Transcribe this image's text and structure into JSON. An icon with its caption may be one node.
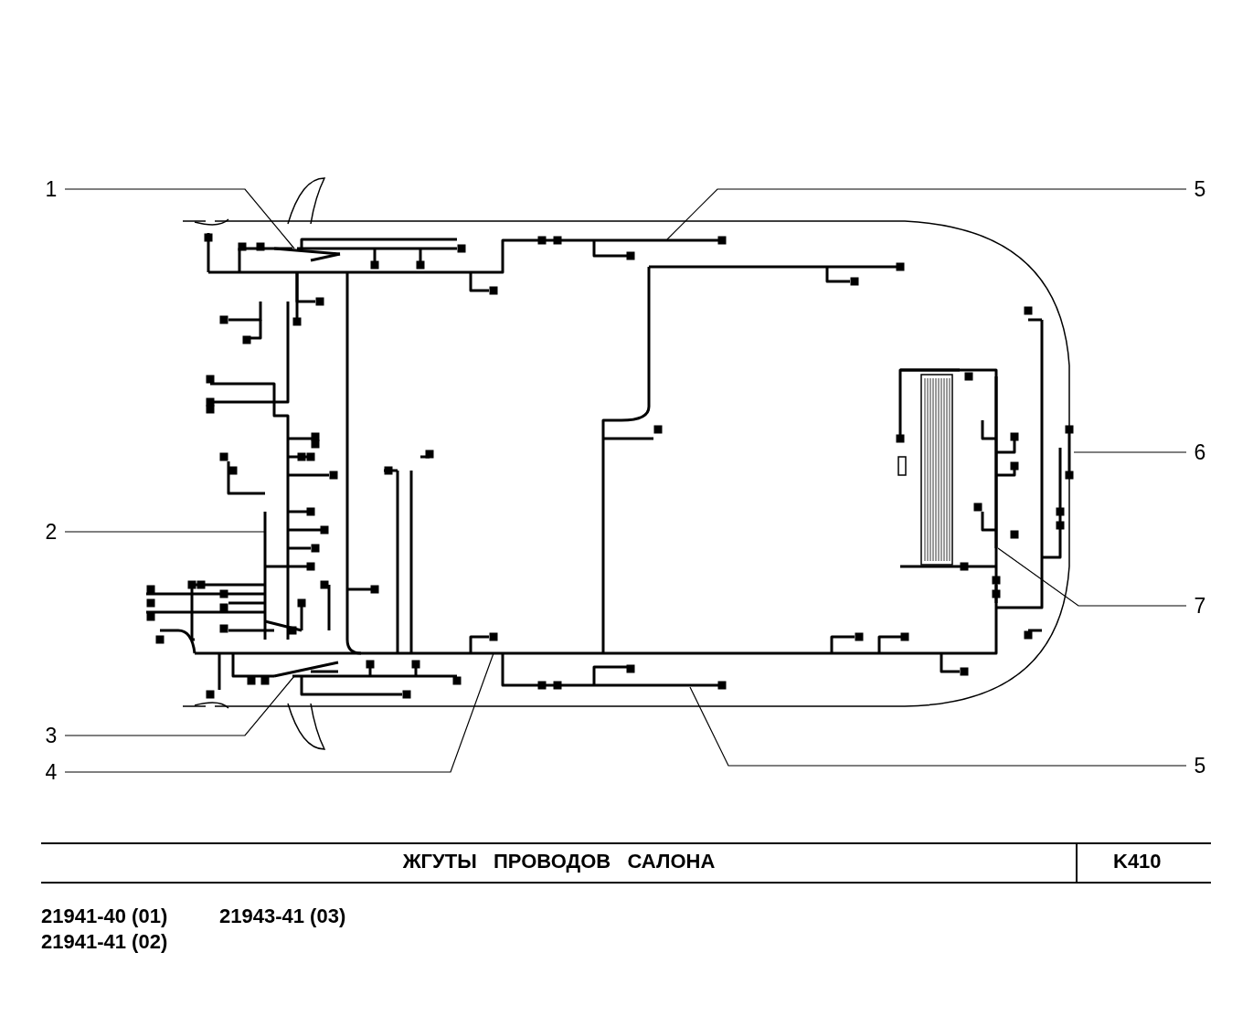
{
  "diagram": {
    "title": "ЖГУТЫ   ПРОВОДОВ   САЛОНА",
    "nodes": [
      {
        "text": [
          "1"
        ]
      },
      {
        "text": [
          "2"
        ]
      },
      {
        "text": [
          "3"
        ]
      },
      {
        "text": [
          "4"
        ]
      },
      {
        "text": [
          "5"
        ]
      },
      {
        "text": [
          "6"
        ]
      },
      {
        "text": [
          "7"
        ]
      },
      {
        "text": [
          "5"
        ]
      }
    ],
    "edges": [
      {
        "from": 0,
        "to": null,
        "arrow": "none"
      },
      {
        "from": 1,
        "to": null,
        "arrow": "none"
      },
      {
        "from": 2,
        "to": null,
        "arrow": "none"
      },
      {
        "from": 3,
        "to": null,
        "arrow": "none"
      },
      {
        "from": 4,
        "to": null,
        "arrow": "none"
      },
      {
        "from": 5,
        "to": null,
        "arrow": "none"
      },
      {
        "from": 6,
        "to": null,
        "arrow": "none"
      },
      {
        "from": 7,
        "to": null,
        "arrow": "none"
      }
    ],
    "labels": [
      "K410",
      "21941-40 (01)",
      "21943-41 (03)",
      "21941-41 (02)"
    ]
  }
}
